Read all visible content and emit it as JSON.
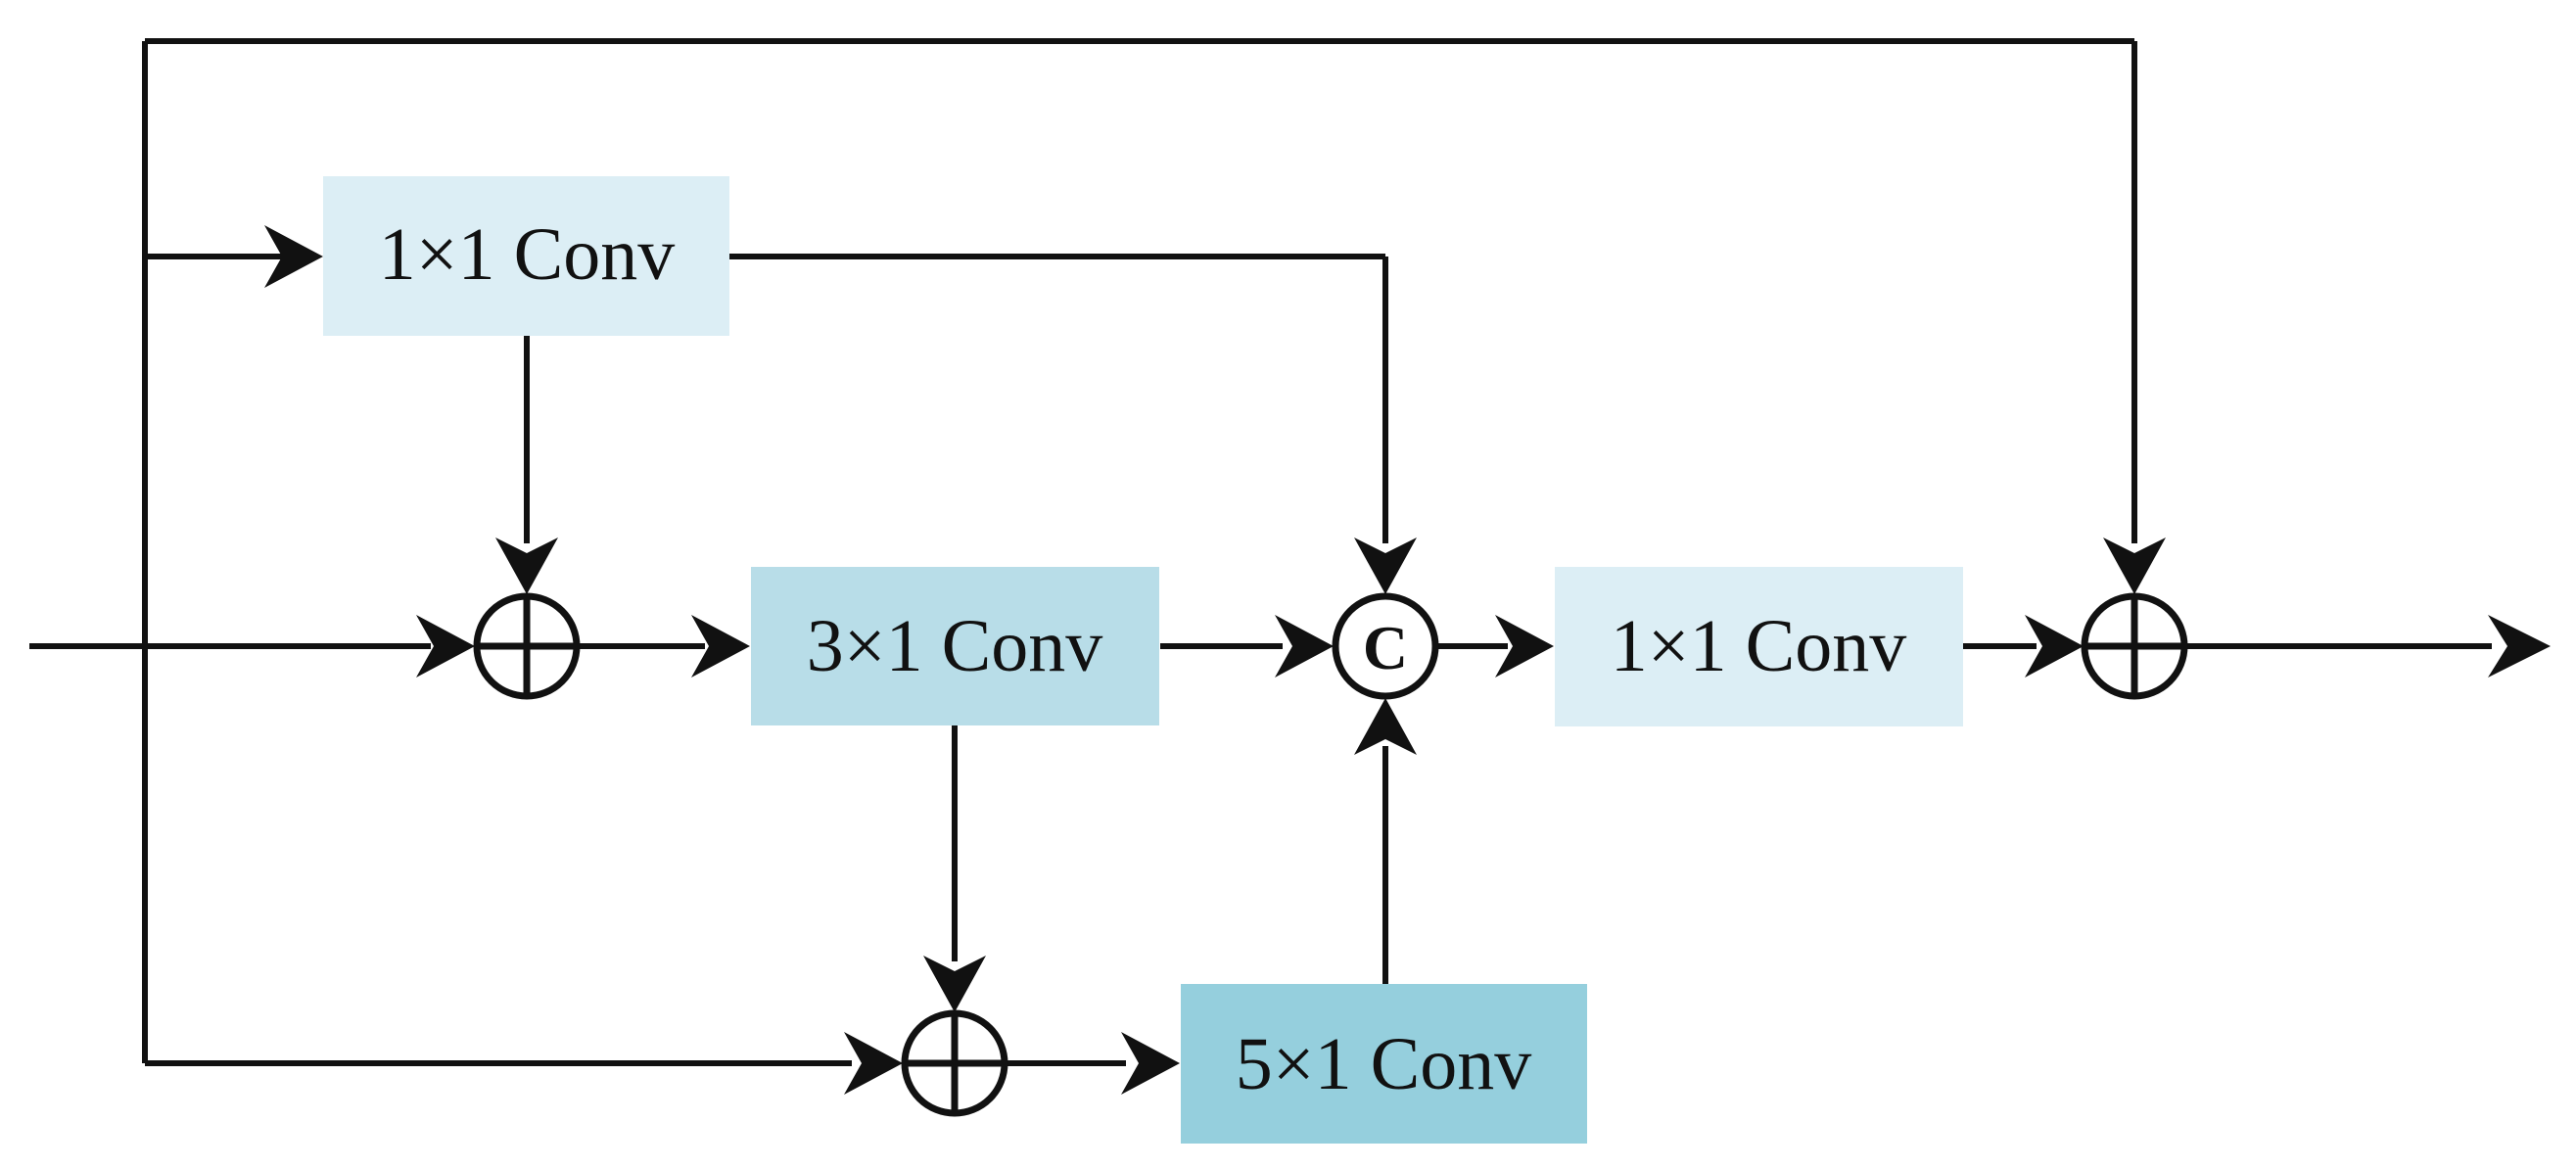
{
  "colors": {
    "stroke": "#111111",
    "background": "#ffffff",
    "conv_light": "#dceef5",
    "conv_mid": "#b8dde8",
    "conv_dark": "#95cfdd"
  },
  "blocks": {
    "conv_1x1_top": {
      "label": "1×1 Conv",
      "fill": "#dceef5"
    },
    "conv_3x1": {
      "label": "3×1 Conv",
      "fill": "#b8dde8"
    },
    "conv_5x1": {
      "label": "5×1 Conv",
      "fill": "#95cfdd"
    },
    "conv_1x1_out": {
      "label": "1×1 Conv",
      "fill": "#dceef5"
    }
  },
  "operators": {
    "add_1": {
      "symbol": "add"
    },
    "add_2": {
      "symbol": "add"
    },
    "concat": {
      "symbol": "concat",
      "label": "C"
    },
    "add_out": {
      "symbol": "add"
    }
  }
}
